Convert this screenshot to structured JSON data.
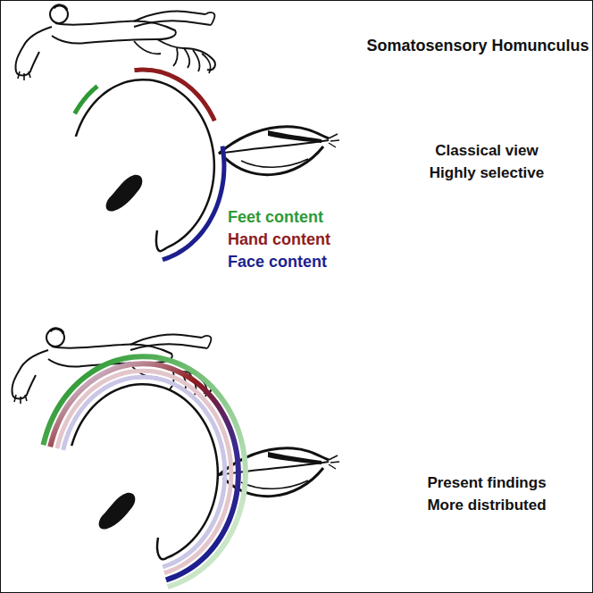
{
  "diagram": {
    "title": "Somatosensory Homunculus",
    "labels": [
      "Classical view",
      "Highly selective",
      "Present findings",
      "More distributed"
    ],
    "legend": [
      {
        "text": "Feet content",
        "color": "#2f9a35"
      },
      {
        "text": "Hand content",
        "color": "#8e1c1f"
      },
      {
        "text": "Face content",
        "color": "#1d1f8e"
      }
    ]
  }
}
